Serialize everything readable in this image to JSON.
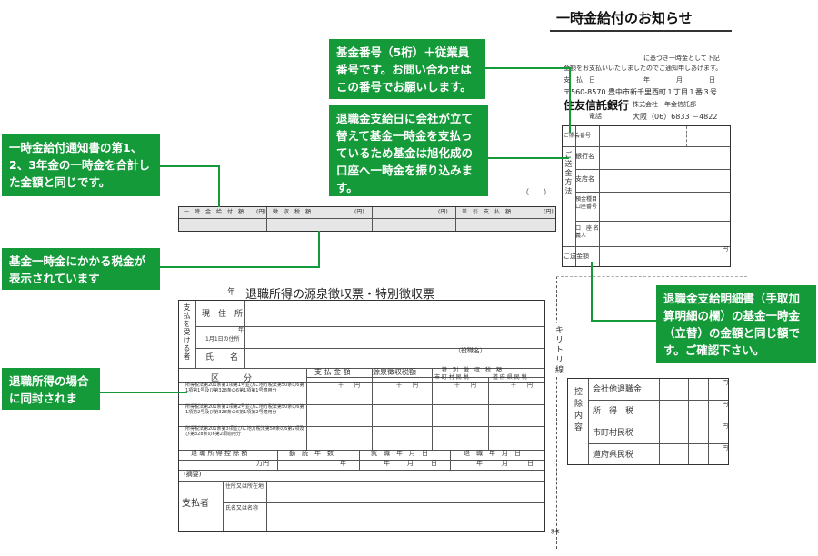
{
  "notice": {
    "title": "一時金給付のお知らせ",
    "intro_line1": "に基づき一時金として下記",
    "intro_line2": "金額をお支払いいたしましたのでご通知申しあげます。",
    "pay_date_label": "支　払　日",
    "year": "年",
    "month": "月",
    "day": "日",
    "address": "〒560-8570 豊中市新千里西町１丁目１番３号",
    "bank_name": "住友信託銀行",
    "bank_sub": "株式会社　年金信託部",
    "phone_label": "電話",
    "phone": "大阪（06）6833 －4822",
    "paren": "（　　）",
    "remit_side_label": "ご送金方法",
    "remit_rows": [
      "ご照会番号",
      "銀行名",
      "支店名",
      "預金種目 口座番号",
      "口　座 名義人",
      "ご送金額"
    ],
    "yen": "円",
    "summary_headers": [
      "一　時　金　給　付　額",
      "徴　収　税　額",
      "差　引　支　払　額"
    ],
    "yen_paren": "(円)"
  },
  "slip": {
    "year": "年",
    "title": "退職所得の源泉徴収票・特別徴収票",
    "recipient_label": "支払を受ける者",
    "address_label": "現　住　所",
    "jan1_label": "1月1日の住所",
    "name_label": "氏　　名",
    "title_badge": "（役職名）",
    "kubun": "区　　　分",
    "paid_amount": "支 払 金 額",
    "withheld_tax": "源泉徴収税額",
    "special_tax": "特　別　徴　収　税　額",
    "municipal": "市 町 村 民 税",
    "prefectural": "道 府 県 民 税",
    "senyen": "千　　円",
    "rows": [
      "所得税法第201条第1項第1号並びに地方税法第50条の6第1項第1号及び第328条の6第1項第1号適用分",
      "所得税法第201条第1項第2号並びに地方税法第50条の6第1項第2号及び第328条の6第1項第2号適用分",
      "所得税法第201条第3項並びに地方税法第50条の6第2項及び第328条の6第2項適用分"
    ],
    "deduction_label": "退 職 所 得 控 除 額",
    "years_label": "勤　続　年　数",
    "start_label": "就　職　年　月　日",
    "end_label": "退　職　年　月　日",
    "manyen": "万円",
    "nen": "年",
    "remarks": "(摘要)",
    "payer_label": "支払者",
    "payer_address": "住所又は所在地",
    "payer_name": "氏名又は名称"
  },
  "cut_line": "キリトリ線",
  "breakdown": {
    "label": "控除内容",
    "rows": [
      "会社他退職金",
      "所　得　税",
      "市町村民税",
      "道府県民税"
    ],
    "yen": "円"
  },
  "callouts": {
    "fund_number": "基金番号（5桁）＋従業員番号です。お問い合わせはこの番号でお願いします。",
    "company_advance": "退職金支給日に会社が立て替えて基金一時金を支払っているため基金は旭化成の口座へ一時金を振り込みます。",
    "lump_sum": "一時金給付通知書の第1、2、3年金の一時金を合計した金額と同じです。",
    "tax": "基金一時金にかかる税金が表示されています",
    "retirement_enclosed": "退職所得の場合に同封されます。",
    "statement": "退職金支給明細書（手取加算明細の欄）の基金一時金（立替）の金額と同じ額です。ご確認下さい。"
  }
}
